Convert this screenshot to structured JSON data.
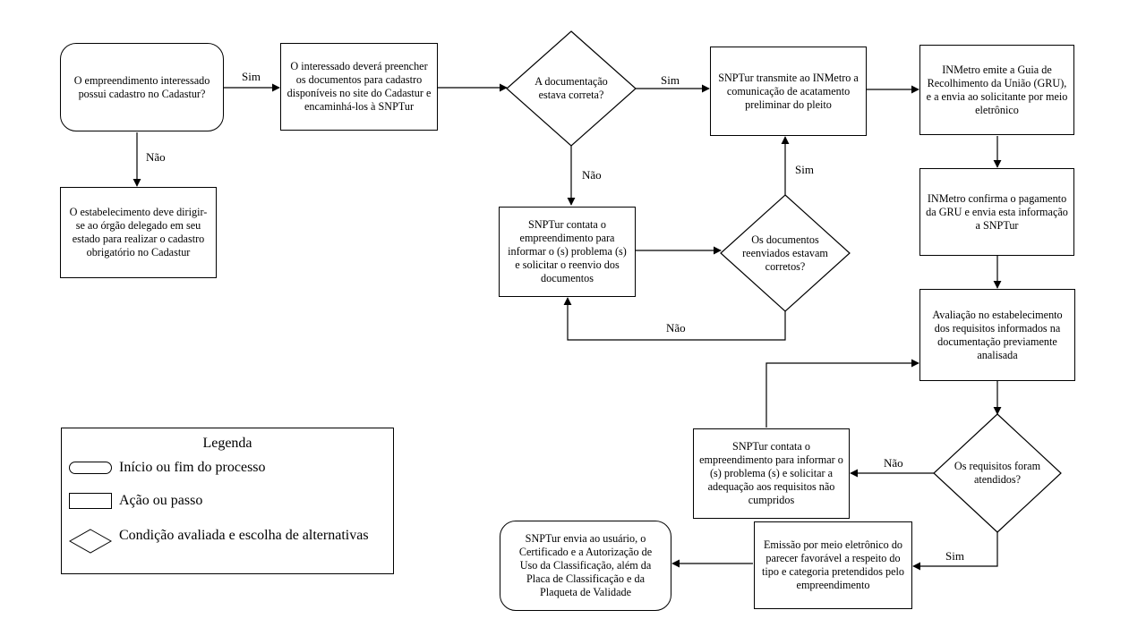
{
  "nodes": {
    "n1": "O empreendimento interessado possui cadastro no Cadastur?",
    "n2": "O estabelecimento deve dirigir-se ao órgão delegado em seu estado para realizar o cadastro obrigatório no Cadastur",
    "n3": "O interessado deverá preencher os documentos para cadastro disponíveis no site do Cadastur e encaminhá-los à SNPTur",
    "n4": "A documentação estava correta?",
    "n5": "SNPTur contata o empreendimento para informar o (s) problema (s) e solicitar o reenvio dos documentos",
    "n6": "Os documentos reenviados estavam corretos?",
    "n7": "SNPTur transmite ao INMetro a comunicação de acatamento preliminar do pleito",
    "n8": "INMetro emite a Guia de Recolhimento da União (GRU), e a envia ao solicitante por meio eletrônico",
    "n9": "INMetro confirma o pagamento da GRU e envia esta informação a SNPTur",
    "n10": "Avaliação no estabelecimento dos requisitos informados na documentação previamente analisada",
    "n11": "Os requisitos foram atendidos?",
    "n12": "SNPTur contata o empreendimento para informar o (s) problema (s) e solicitar a adequação aos requisitos não cumpridos",
    "n13": "Emissão por meio eletrônico do parecer favorável a respeito do tipo e categoria pretendidos pelo empreendimento",
    "n14": "SNPTur envia ao usuário, o Certificado e a Autorização de Uso da Classificação, além da Placa de Classificação e da Plaqueta de Validade"
  },
  "edge_labels": {
    "e1_sim": "Sim",
    "e1_nao": "Não",
    "e4_sim": "Sim",
    "e4_nao": "Não",
    "e6_sim": "Sim",
    "e6_nao": "Não",
    "e11_nao": "Não",
    "e11_sim": "Sim"
  },
  "legend": {
    "title": "Legenda",
    "rounded": "Início ou fim do processo",
    "rect": "Ação ou passo",
    "diamond": "Condição avaliada e escolha de alternativas"
  }
}
